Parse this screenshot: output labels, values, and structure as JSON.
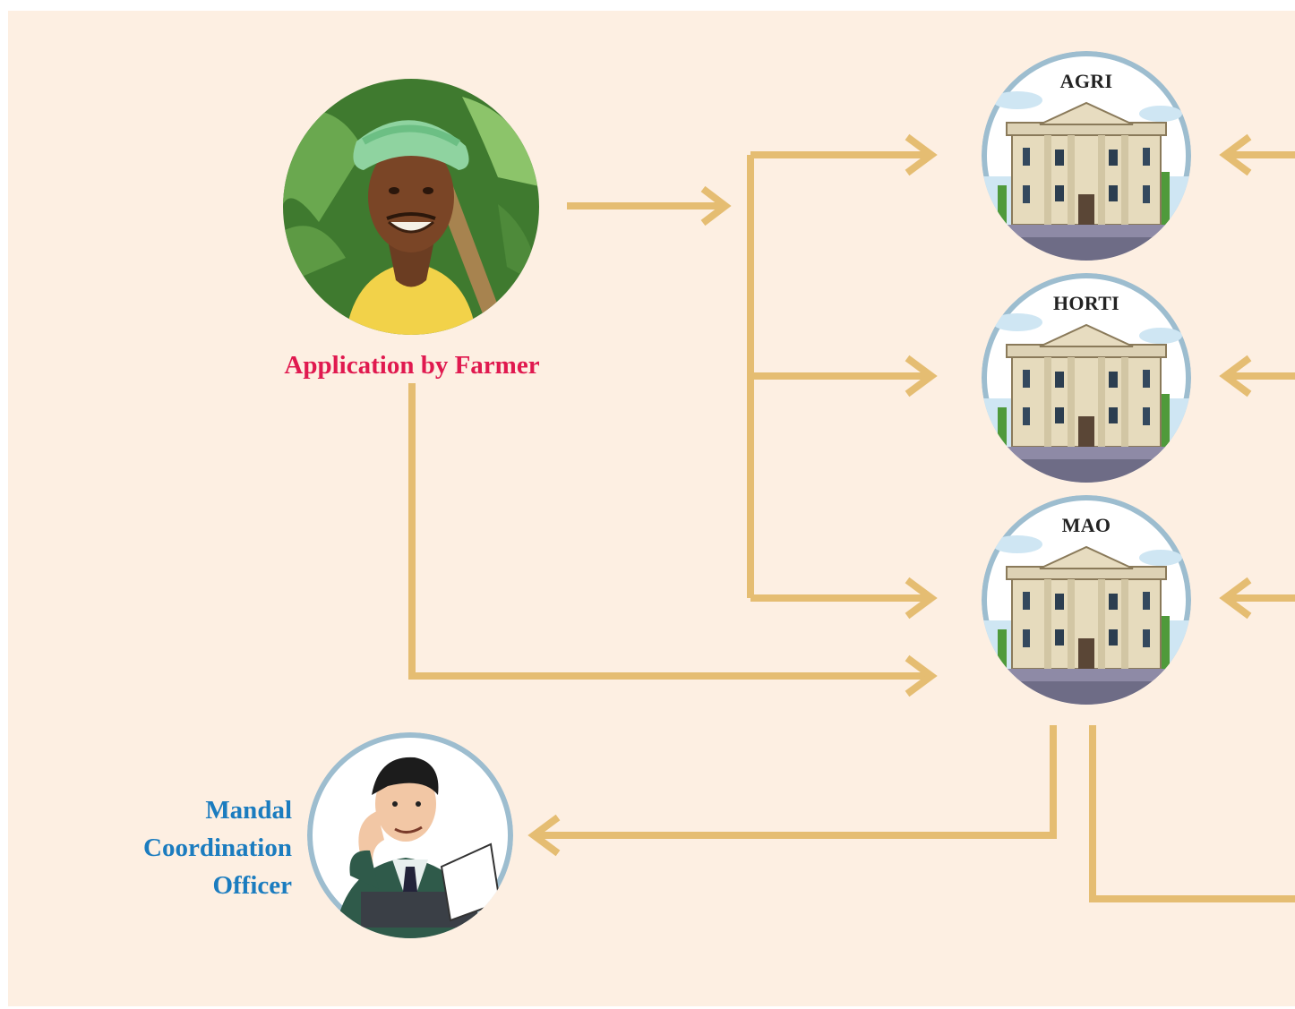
{
  "farmer": {
    "caption": "Application by Farmer",
    "icon": "farmer-icon"
  },
  "offices": [
    {
      "label": "AGRI",
      "icon": "building-icon"
    },
    {
      "label": "HORTI",
      "icon": "building-icon"
    },
    {
      "label": "MAO",
      "icon": "building-icon"
    }
  ],
  "officer": {
    "caption_lines": [
      "Mandal",
      "Coordination",
      "Officer"
    ],
    "icon": "officer-icon"
  },
  "colors": {
    "background": "#fdefe2",
    "arrow": "#e5bd72",
    "circle_border": "#9dbdcf",
    "farmer_caption": "#e0194f",
    "officer_caption": "#1b7cbf"
  }
}
